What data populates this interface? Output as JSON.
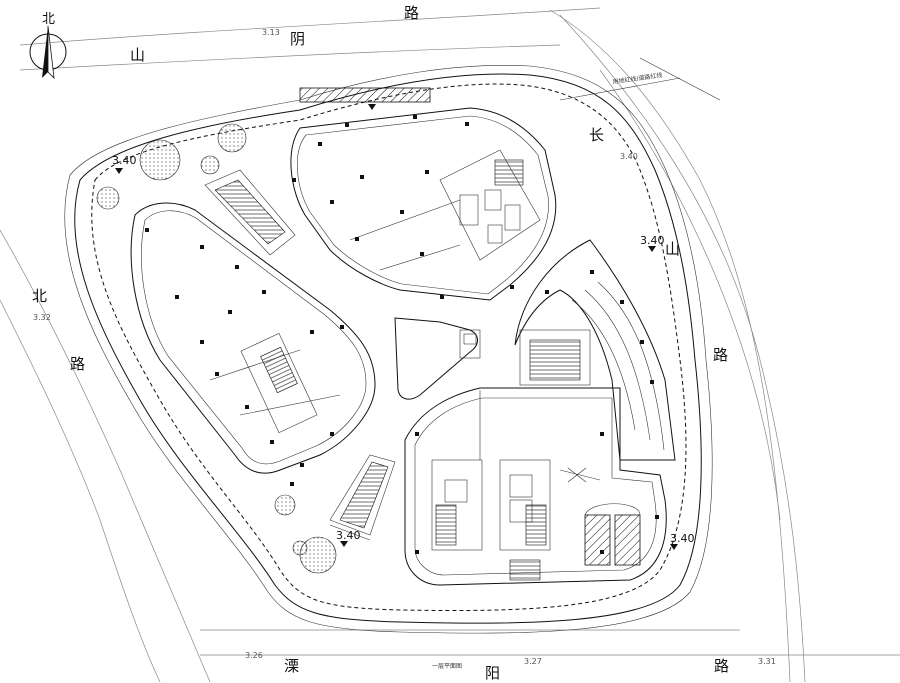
{
  "north": {
    "label": "北"
  },
  "roads": {
    "top": [
      "山",
      "阴",
      "路"
    ],
    "right": [
      "长",
      "山",
      "路"
    ],
    "left": [
      "北",
      "路"
    ],
    "bottom": [
      "溧",
      "阳",
      "路"
    ]
  },
  "elevations": {
    "site": [
      "3.40",
      "3.40",
      "3.40",
      "3.40"
    ],
    "road": [
      "3.13",
      "3.40",
      "3.32",
      "3.26",
      "3.27",
      "3.31"
    ]
  },
  "annotations": {
    "red_line": "用地红线/道路红线",
    "drawing_title": "一层平面图"
  }
}
